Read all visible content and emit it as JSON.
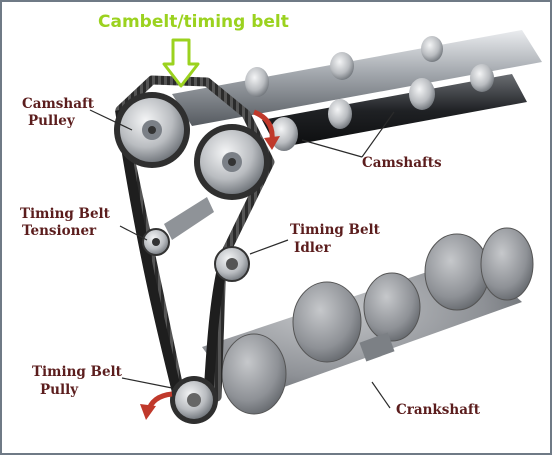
{
  "title": "Cambelt/timing belt",
  "labels": {
    "camshaft_pulley": [
      "Camshaft",
      "Pulley"
    ],
    "camshafts": "Camshafts",
    "tensioner": [
      "Timing Belt",
      "Tensioner"
    ],
    "idler": [
      "Timing Belt",
      "Idler"
    ],
    "belt_pulley": [
      "Timing Belt",
      "Pully"
    ],
    "crankshaft": "Crankshaft"
  },
  "colors": {
    "title": "#9bd21f",
    "label_text": "#5b1d1d",
    "rotation_arrow": "#c0392b",
    "belt": "#2b2b2b",
    "metal": "#b9bcc0"
  },
  "icons": {
    "pointer": "down-arrow-icon",
    "rotation": "curved-rotation-arrow-icon"
  }
}
